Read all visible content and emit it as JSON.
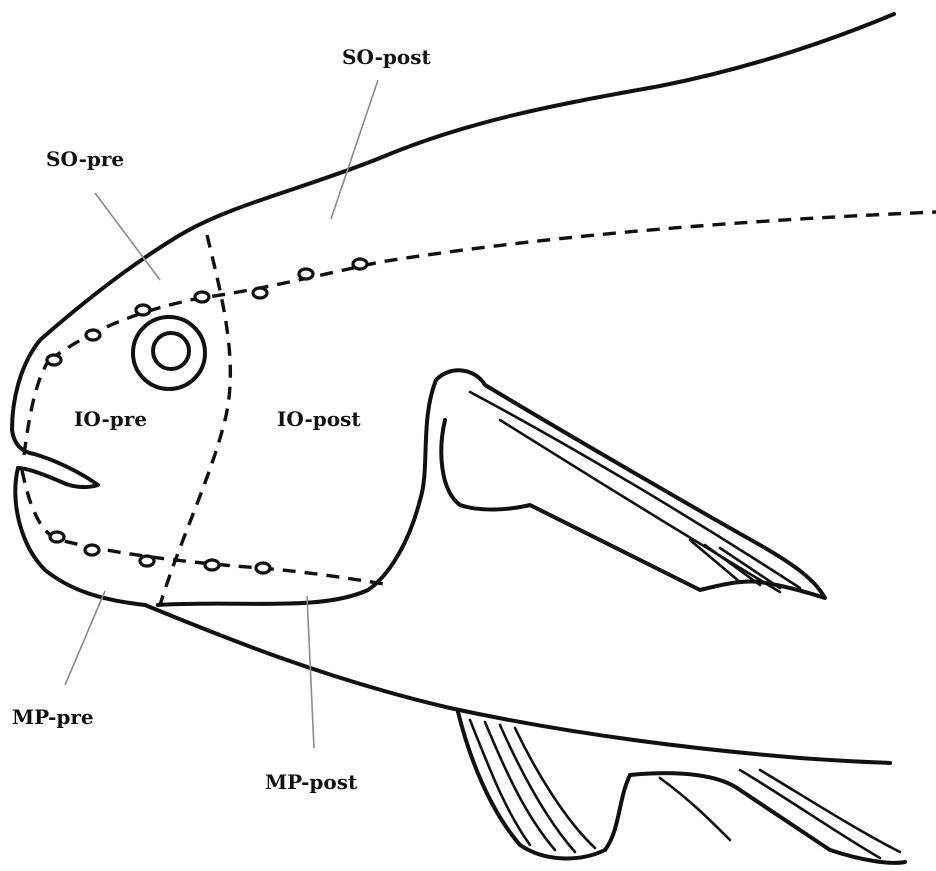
{
  "labels": {
    "so_post": "SO-post",
    "so_pre": "SO-pre",
    "io_pre": "IO-pre",
    "io_post": "IO-post",
    "mp_pre": "MP-pre",
    "mp_post": "MP-post"
  }
}
